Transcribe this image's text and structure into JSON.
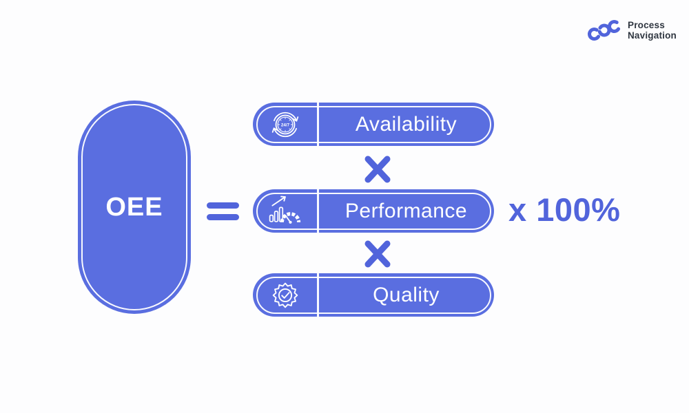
{
  "colors": {
    "background": "#fdfdfe",
    "primary_fill": "#5a6ee0",
    "accent": "#5164db",
    "text_on_fill": "#ffffff",
    "logo_text": "#2f3640"
  },
  "logo": {
    "line1": "Process",
    "line2": "Navigation"
  },
  "formula": {
    "result_label": "OEE",
    "equals_symbol": "=",
    "multiply_symbol": "×",
    "factors": [
      {
        "label": "Availability",
        "icon": "clock-24-7-cycle-icon",
        "icon_text": "24/7"
      },
      {
        "label": "Performance",
        "icon": "gauge-growth-chart-icon"
      },
      {
        "label": "Quality",
        "icon": "quality-badge-check-icon"
      }
    ],
    "multiplier": "x 100%"
  }
}
